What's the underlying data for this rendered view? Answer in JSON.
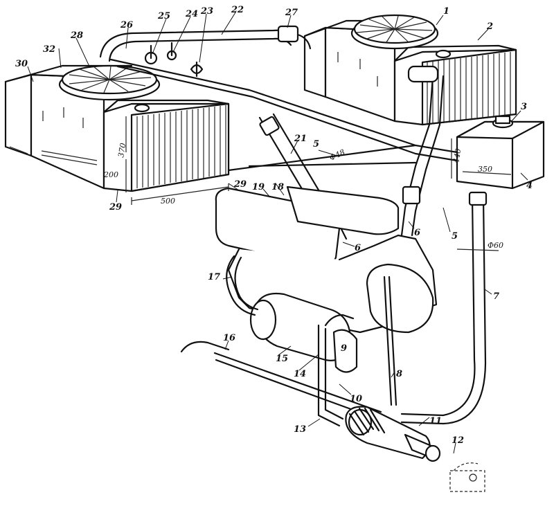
{
  "callouts": {
    "c1": "1",
    "c2": "2",
    "c3": "3",
    "c4": "4",
    "c5a": "5",
    "c5b": "5",
    "c6a": "6",
    "c6b": "6",
    "c7": "7",
    "c8": "8",
    "c9": "9",
    "c10": "10",
    "c11": "11",
    "c12": "12",
    "c13": "13",
    "c14": "14",
    "c15": "15",
    "c16": "16",
    "c17": "17",
    "c18": "18",
    "c19": "19",
    "c21": "21",
    "c22": "22",
    "c23": "23",
    "c24": "24",
    "c25": "25",
    "c26": "26",
    "c27": "27",
    "c28": "28",
    "c29a": "29",
    "c29b": "29",
    "c30": "30",
    "c32": "32"
  },
  "dimensions": {
    "d500": "500",
    "d200": "200",
    "d370": "370",
    "d440": "440",
    "d350": "350",
    "dphi60": "Φ60",
    "dphi48": "Φ48"
  }
}
